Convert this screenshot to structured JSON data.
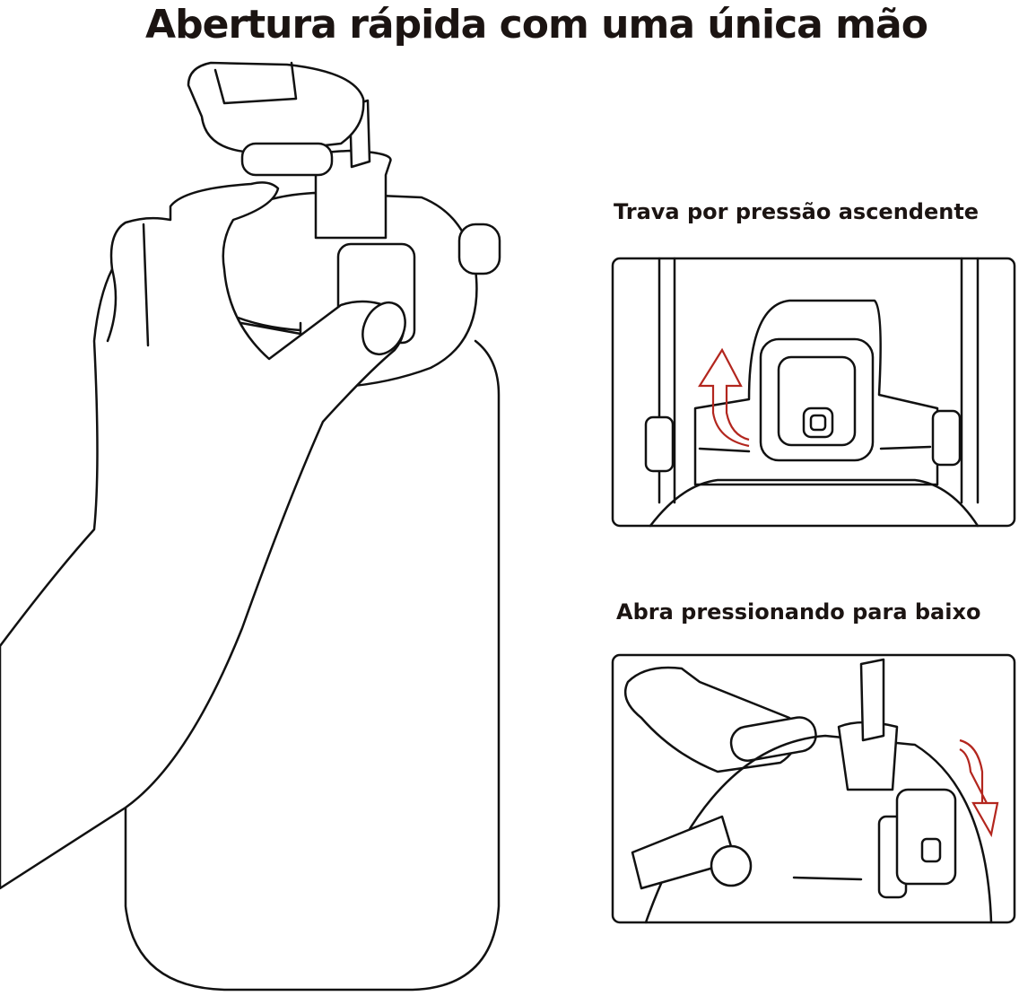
{
  "title": "Abertura rápida com uma única mão",
  "panels": [
    {
      "caption": "Trava por pressão ascendente",
      "arrow": "up"
    },
    {
      "caption": "Abra pressionando para baixo",
      "arrow": "down"
    }
  ],
  "colors": {
    "text": "#1b1412",
    "arrow": "#b3261e",
    "line": "#111111"
  }
}
